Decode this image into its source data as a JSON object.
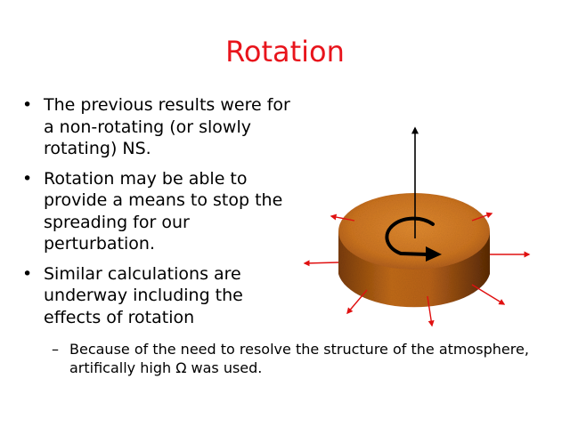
{
  "slide": {
    "title": "Rotation",
    "title_color": "#e8141c",
    "bullets": [
      "The previous results were for a non-rotating (or slowly rotating) NS.",
      "Rotation may be able to provide a means to stop the spreading for our perturbation.",
      "Similar calculations are underway including the effects of rotation"
    ],
    "sub_bullets": [
      "Because of the need to resolve the structure of the atmosphere, artifically high Ω was used."
    ]
  },
  "diagram": {
    "disk_color": "#c8701c",
    "arrow_color": "#e01010",
    "axis_color": "#000000",
    "icons": [
      "rotation-axis-arrow",
      "rotation-direction-arrow",
      "outward-spreading-arrows"
    ]
  }
}
